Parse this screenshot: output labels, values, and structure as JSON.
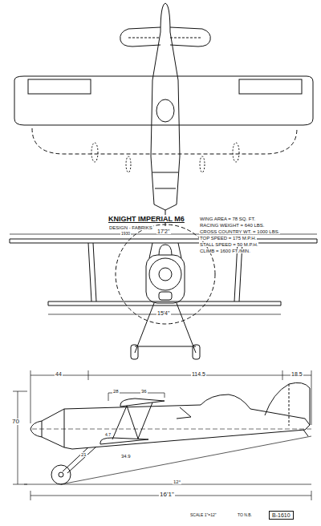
{
  "diagram": {
    "title": "KNIGHT IMPERIAL M6",
    "labels": [
      "DESIGN - FABRIKS",
      "1930",
      "WING AREA = 78 SQ. FT.",
      "RACING WEIGHT = 640 LBS.",
      "CROSS COUNTRY WT. = 1000 LBS.",
      "TOP SPEED = 175 M.P.H.",
      "STALL SPEED = 50 M.P.H.",
      "CLIMB = 1600 FT./MIN.",
      "17'2\"",
      "15'4\"",
      "44",
      "114.5",
      "18.5",
      "28",
      "36",
      "70",
      "4.7",
      "21",
      "34.9",
      "12°",
      "16'1\"",
      "SCALE 1\"=12\"",
      "TO N.B.",
      "B-1610"
    ]
  }
}
